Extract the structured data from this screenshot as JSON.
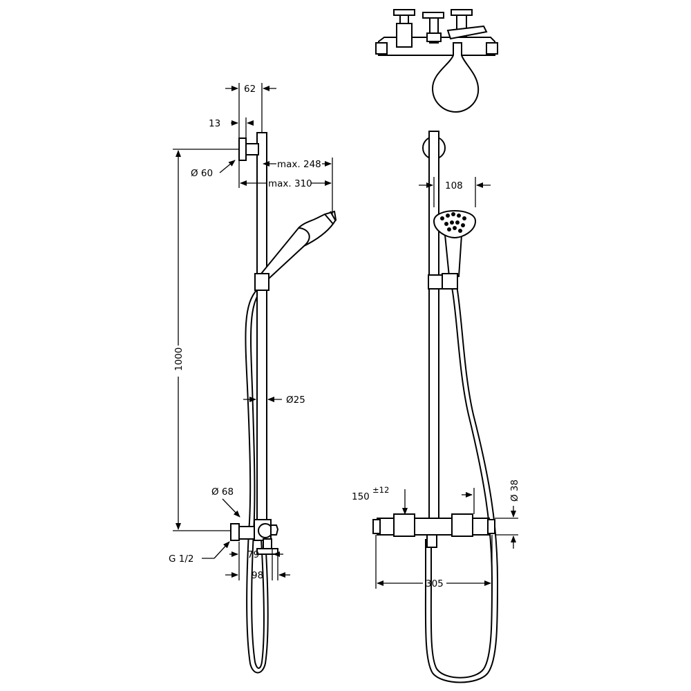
{
  "dimensions": {
    "d62": "62",
    "d13": "13",
    "d60": "Ø 60",
    "max248": "max. 248",
    "max310": "max. 310",
    "d1000": "1000",
    "d25": "Ø25",
    "d68": "Ø 68",
    "g12": "G 1/2",
    "d79": "79",
    "d98": "98",
    "d108": "108",
    "d150": "150",
    "tol12": "±12",
    "d38": "Ø 38",
    "d305": "305"
  }
}
